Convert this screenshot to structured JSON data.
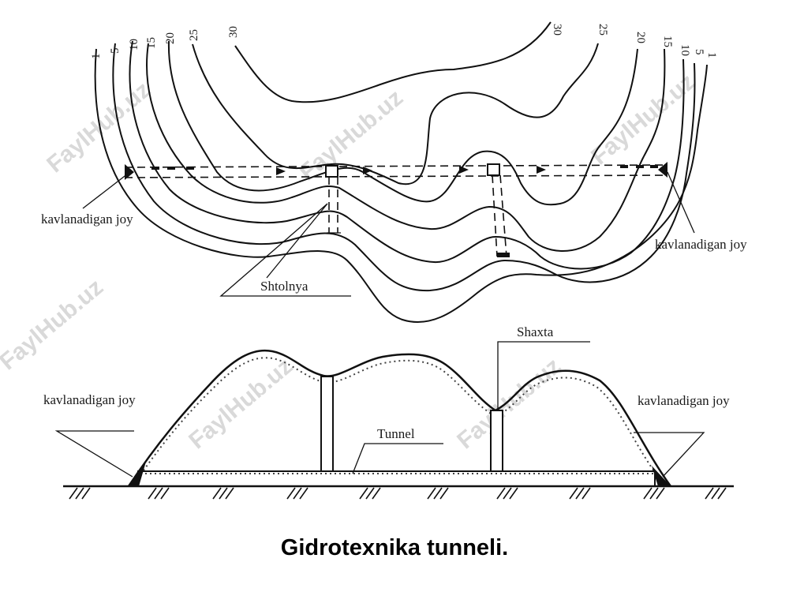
{
  "watermark": "FaylHub.uz",
  "contours": {
    "left_labels": [
      "1",
      "5",
      "10",
      "15",
      "20",
      "25",
      "30"
    ],
    "right_labels": [
      "30",
      "25",
      "20",
      "15",
      "10",
      "5",
      "1"
    ]
  },
  "plan_view": {
    "portal_left_label": "kavlanadigan joy",
    "portal_right_label": "kavlanadigan joy",
    "adit_label": "Shtolnya"
  },
  "profile_view": {
    "portal_left_label": "kavlanadigan joy",
    "portal_right_label": "kavlanadigan joy",
    "shaft_label": "Shaxta",
    "tunnel_label": "Tunnel"
  },
  "caption": "Gidrotexnika tunneli."
}
